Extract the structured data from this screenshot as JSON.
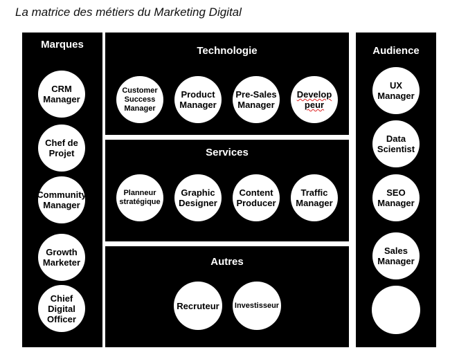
{
  "title": "La matrice des métiers du Marketing Digital",
  "panels": {
    "marques": {
      "title": "Marques",
      "items": [
        "CRM\nManager",
        "Chef de\nProjet",
        "Community\nManager",
        "Growth\nMarketer",
        "Chief\nDigital\nOfficer"
      ]
    },
    "technologie": {
      "title": "Technologie",
      "items": [
        "Customer\nSuccess\nManager",
        "Product\nManager",
        "Pre-Sales\nManager",
        "Develop\npeur"
      ]
    },
    "services": {
      "title": "Services",
      "items": [
        "Planneur\nstratégique",
        "Graphic\nDesigner",
        "Content\nProducer",
        "Traffic\nManager"
      ]
    },
    "autres": {
      "title": "Autres",
      "items": [
        "Recruteur",
        "Investisseur"
      ]
    },
    "audience": {
      "title": "Audience",
      "items": [
        "UX\nManager",
        "Data\nScientist",
        "SEO\nManager",
        "Sales\nManager",
        ""
      ]
    }
  }
}
